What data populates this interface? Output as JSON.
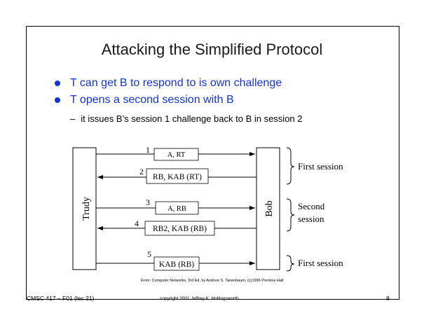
{
  "slide": {
    "title": "Attacking the Simplified Protocol",
    "bullets": [
      "T can get B to respond to is own challenge",
      "T opens a second session with B"
    ],
    "sub_bullet": "it issues B’s session 1 challenge back to B in session 2",
    "sub_bullet_dash": "–"
  },
  "diagram": {
    "left_party": "Trudy",
    "right_party": "Bob",
    "messages": [
      {
        "num": "1",
        "label": "A, RT",
        "direction": "right"
      },
      {
        "num": "2",
        "label": "RB, KAB (RT)",
        "direction": "left"
      },
      {
        "num": "3",
        "label": "A, RB",
        "direction": "right"
      },
      {
        "num": "4",
        "label": "RB2, KAB (RB)",
        "direction": "left"
      },
      {
        "num": "5",
        "label": "KAB (RB)",
        "direction": "right"
      }
    ],
    "sessions": [
      "First session",
      "Second",
      "session",
      "First session"
    ]
  },
  "footnote": "From: Computer Networks, 3rd Ed. by Andrew S. Tanenbaum, (c)1996 Prentice Hall",
  "footer": {
    "course": "CMSC 417 – F01  (lec 21)",
    "copyright": "copyright 2001  Jeffrey K. Hollingsworth",
    "page": "8"
  }
}
